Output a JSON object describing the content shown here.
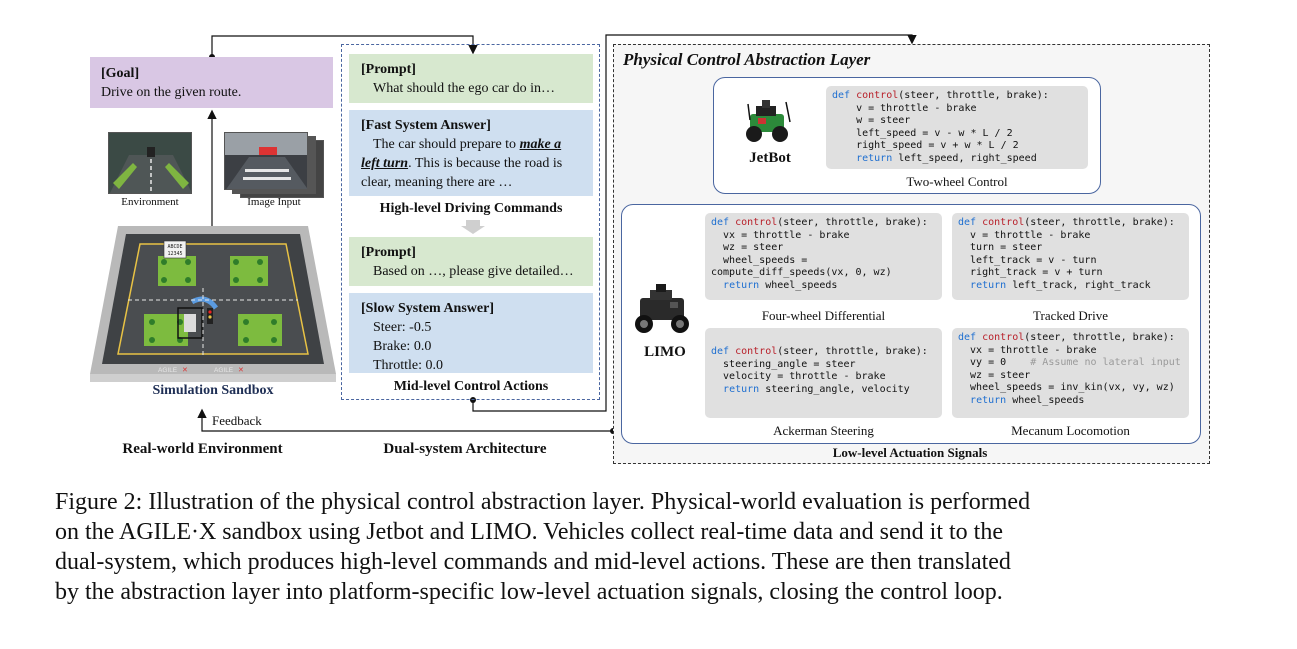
{
  "goal": {
    "header": "[Goal]",
    "text": "Drive on the given route."
  },
  "thumbnails": {
    "environment": "Environment",
    "image_input": "Image Input"
  },
  "sandbox": {
    "label": "Simulation Sandbox",
    "sign_top": "ABCDE",
    "sign_bottom": "12345",
    "brand_left": "AGILE",
    "brand_right": "AGILE"
  },
  "feedback": "Feedback",
  "bottom_labels": {
    "real_world": "Real-world Environment",
    "dual_system": "Dual-system Architecture",
    "low_level": "Low-level Actuation Signals"
  },
  "dual": {
    "prompt1": {
      "header": "[Prompt]",
      "text": "What should the ego car do in…"
    },
    "fast": {
      "header": "[Fast System Answer]",
      "pre": "The car should prepare to ",
      "emph1": "make a",
      "emph2": "left turn",
      "post": ". This is because the road is",
      "line3": "clear, meaning there are …"
    },
    "high_level": "High-level Driving Commands",
    "prompt2": {
      "header": "[Prompt]",
      "text": "Based on …, please give detailed…"
    },
    "slow": {
      "header": "[Slow System Answer]",
      "steer": "Steer: -0.5",
      "brake": "Brake: 0.0",
      "throttle": "Throttle: 0.0"
    },
    "mid_level": "Mid-level Control Actions"
  },
  "physical": {
    "title": "Physical Control Abstraction Layer",
    "jetbot": {
      "name": "JetBot",
      "label": "Two-wheel Control",
      "code": [
        "def control(steer, throttle, brake):",
        "    v = throttle - brake",
        "    w = steer",
        "    left_speed = v - w * L / 2",
        "    right_speed = v + w * L / 2",
        "    return left_speed, right_speed"
      ]
    },
    "limo": {
      "name": "LIMO",
      "four_wheel": {
        "label": "Four-wheel Differential",
        "code": [
          "def control(steer, throttle, brake):",
          "  vx = throttle - brake",
          "  wz = steer",
          "  wheel_speeds =",
          "compute_diff_speeds(vx, 0, wz)",
          "  return wheel_speeds"
        ]
      },
      "tracked": {
        "label": "Tracked Drive",
        "code": [
          "def control(steer, throttle, brake):",
          "  v = throttle - brake",
          "  turn = steer",
          "  left_track = v - turn",
          "  right_track = v + turn",
          "  return left_track, right_track"
        ]
      },
      "ackerman": {
        "label": "Ackerman Steering",
        "code": [
          "def control(steer, throttle, brake):",
          "  steering_angle = steer",
          "  velocity = throttle - brake",
          "  return steering_angle, velocity"
        ]
      },
      "mecanum": {
        "label": "Mecanum Locomotion",
        "code": [
          "def control(steer, throttle, brake):",
          "  vx = throttle - brake",
          "  vy = 0",
          "  # Assume no lateral input",
          "  wz = steer",
          "  wheel_speeds = inv_kin(vx, vy, wz)",
          "  return wheel_speeds"
        ]
      }
    }
  },
  "caption": [
    "Figure 2: Illustration of the physical control abstraction layer. Physical-world evaluation is performed",
    "on the AGILE·X sandbox using Jetbot and LIMO. Vehicles collect real-time data and send it to the",
    "dual-system, which produces high-level commands and mid-level actions. These are then translated",
    "by the abstraction layer into platform-specific low-level actuation signals, closing the control loop."
  ],
  "colors": {
    "goal_bg": "#d9c7e4",
    "prompt_bg": "#d7e8cf",
    "answer_bg": "#cfdff0",
    "code_bg": "#e0e0e0",
    "keyword": "#1f6fd0",
    "function": "#b8202a"
  }
}
